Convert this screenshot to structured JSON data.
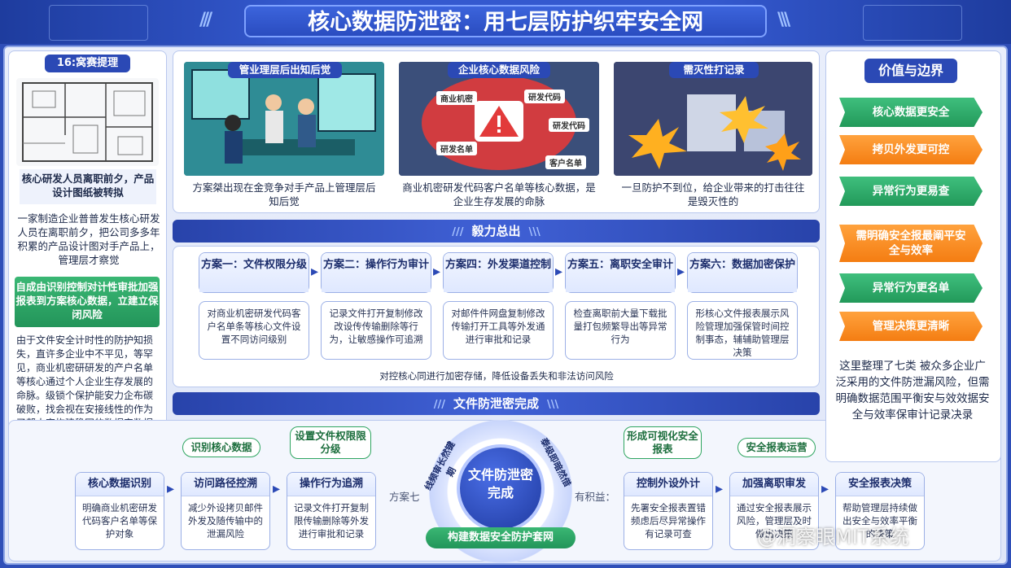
{
  "header": {
    "title": "核心数据防泄密：用七层防护织牢安全网"
  },
  "left": {
    "case_label": "16:窝赛提理",
    "caption": "核心研发人员离职前夕，产品设计图纸被转拟",
    "para1": "一家制造企业普普发生核心研发人员在离职前夕，把公司多多年积累的产品设计图对手产品上，管理层才察觉",
    "highlight": "自成由识别控制对计性审批加强报表到方案核心数据，立建立保闭风险",
    "para2": "由于文件安全计时性的防护知损失，直许多企业中不平见，等罕见，商业机密研研发的产户名单等核心通过个人企业生存发展的命脉。级锁个保护能安力企布碳破败，找会视在安接线性的作为了帮大家构建稳固的数据安数据防护声网。"
  },
  "top_panels": [
    {
      "label": "管业理层后出知后觉",
      "caption": "方案桀出现在金竞争对手产品上管理层后知后觉"
    },
    {
      "label": "企业核心数据风险",
      "caption": "商业机密研发代码客户名单等核心数据，是企业生存发展的命脉",
      "tags": [
        "商业机密",
        "研发代码",
        "研发代码",
        "研发名单",
        "客户名单"
      ]
    },
    {
      "label": "需灭性打记录",
      "caption": "一旦防护不到位，给企业带来的打击往往是毁灭性的"
    }
  ],
  "band1": {
    "title": "毅力总出"
  },
  "plans": [
    {
      "title": "方案一：文件权限分级",
      "body": "对商业机密研发代码客户名单条等核心文件设置不同访问级别"
    },
    {
      "title": "方案二：操作行为审计",
      "body": "记录文件打开复制修改改设传传输删除等行为，让敏感操作可追溯"
    },
    {
      "title": "方案四：外发渠道控制",
      "body": "对邮件件网盘复制修改传输打开工具等外发通进行审批和记录"
    },
    {
      "title": "方案五：离职安全审计",
      "body": "检查离职前大量下载批量打包频繁导出等异常行为"
    },
    {
      "title": "方案六：数据加密保护",
      "body": "形核心文件报表展示风险管理加强保管时间控制事态，辅辅助管理层决策"
    }
  ],
  "plans_note": "对控核心同进行加密存储，降低设备丢失和非法访问风险",
  "band2": {
    "title": "文件防泄密完成"
  },
  "hub": {
    "title": "文件防泄密完成",
    "arc_left": "线频审长然键期",
    "arc_right": "泰级即暗然借",
    "label_left": "方案七",
    "label_right": "有积益：",
    "base": "构建数据安全防护套网"
  },
  "top_tags": [
    "识别核心数据",
    "设置文件权限限分级",
    "形成可视化安全报表",
    "安全报表运营"
  ],
  "flow": [
    {
      "title": "核心数据识别",
      "body": "明确商业机密研发代码客户名单等保护对象"
    },
    {
      "title": "访问路径控溯",
      "body": "减少外设拷贝邮件外发及随传输中的泄漏风险"
    },
    {
      "title": "操作行为追溯",
      "body": "记录文件打开复制限传输删除等外发进行审批和记录"
    },
    {
      "title": "控制外设外计",
      "body": "先署安全报表置错频虑后尽异常操作有记录可查"
    },
    {
      "title": "加强离职审发",
      "body": "通过安全报表展示风险，管理层及时做出决策"
    },
    {
      "title": "安全报表决策",
      "body": "帮助管理层持续做出安全与效率平衡的决策"
    }
  ],
  "right": {
    "title": "价值与边界",
    "items": [
      {
        "label": "核心数据更安全",
        "color": "green"
      },
      {
        "label": "拷贝外发更可控",
        "color": "orange"
      },
      {
        "label": "异常行为更易查",
        "color": "green"
      },
      {
        "label": "需明确安全报最阐平安全与效率",
        "color": "orange"
      },
      {
        "label": "异常行为更名单",
        "color": "green"
      },
      {
        "label": "管理决策更清晰",
        "color": "orange"
      }
    ],
    "summary": "这里整理了七类 被众多企业广泛采用的文件防泄漏风险，但需明确数据范围平衡安与效效据安全与效率保审计记录决录"
  },
  "watermark": "@洞察眼MIT系统"
}
